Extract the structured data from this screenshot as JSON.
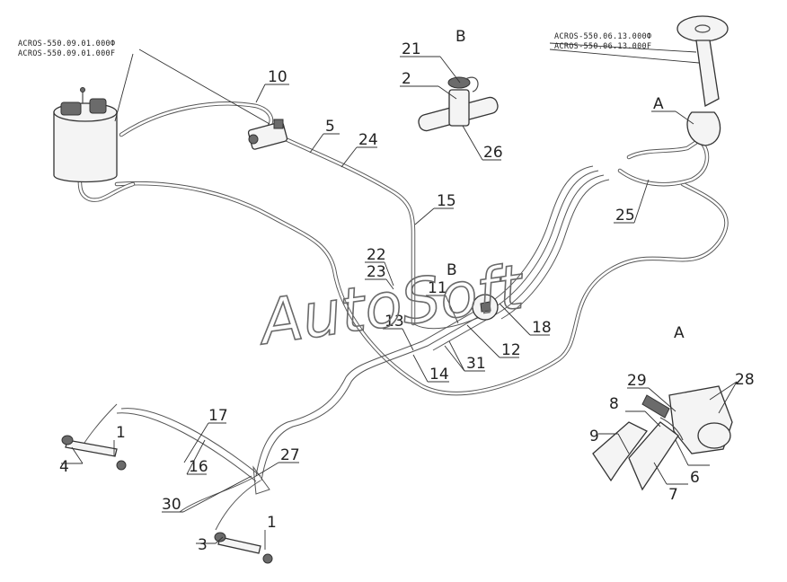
{
  "part_codes": {
    "tank": [
      "ACROS-550.09.01.000Ф",
      "ACROS-550.09.01.000F"
    ],
    "steering": [
      "ACROS-550.06.13.000Ф",
      "ACROS-550.06.13.000F"
    ]
  },
  "views": {
    "b_top": "B",
    "b_center": "B",
    "a_top": "A",
    "a_detail": "A"
  },
  "callouts": {
    "c1a": "1",
    "c1b": "1",
    "c2": "2",
    "c3": "3",
    "c4": "4",
    "c5": "5",
    "c6": "6",
    "c7": "7",
    "c8": "8",
    "c9": "9",
    "c10": "10",
    "c11": "11",
    "c12": "12",
    "c13": "13",
    "c14": "14",
    "c15": "15",
    "c16": "16",
    "c17": "17",
    "c18": "18",
    "c21": "21",
    "c22": "22",
    "c23": "23",
    "c24": "24",
    "c25": "25",
    "c26": "26",
    "c27": "27",
    "c28": "28",
    "c29": "29",
    "c30": "30",
    "c31": "31"
  },
  "watermark": "AutoSoft"
}
